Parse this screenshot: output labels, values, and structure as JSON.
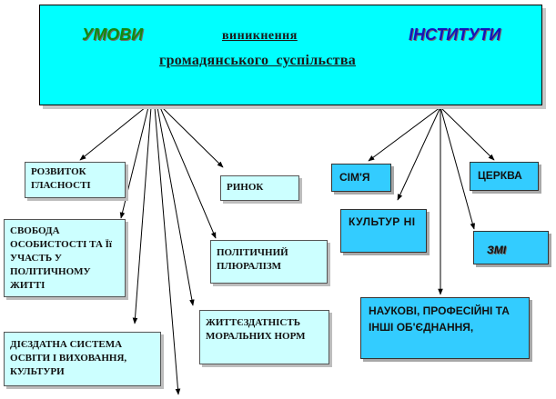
{
  "header": {
    "left_word": "УМОВИ",
    "middle_word": "виникнення",
    "right_word": "ІНСТИТУТИ",
    "subtitle": "громадянського   суспільства"
  },
  "conditions": [
    "РОЗВИТОК ГЛАСНОСТІ",
    "СВОБОДА ОСОБИСТОСТІ ТА Її УЧАСТЬ У ПОЛІТИЧНОМУ ЖИТТІ",
    "ДІЄЗДАТНА СИСТЕМА ОСВІТИ І ВИХОВАННЯ, КУЛЬТУРИ",
    "РИНОК",
    "ПОЛІТИЧНИЙ ПЛЮРАЛІЗМ",
    "ЖИТТЄЗДАТНІСТЬ МОРАЛЬНИХ НОРМ"
  ],
  "institutions": [
    "СІМ'Я",
    "ЦЕРКВА",
    "КУЛЬТУР НІ",
    "ЗМІ",
    "НАУКОВІ, ПРОФЕСІЙНІ  ТА ІНШІ ОБ'ЄДНАННЯ,"
  ],
  "colors": {
    "header_bg": "#00ffff",
    "condition_bg": "#ccffff",
    "institution_bg": "#33ccff",
    "left_word": "#118a11",
    "right_word": "#1515b8"
  }
}
